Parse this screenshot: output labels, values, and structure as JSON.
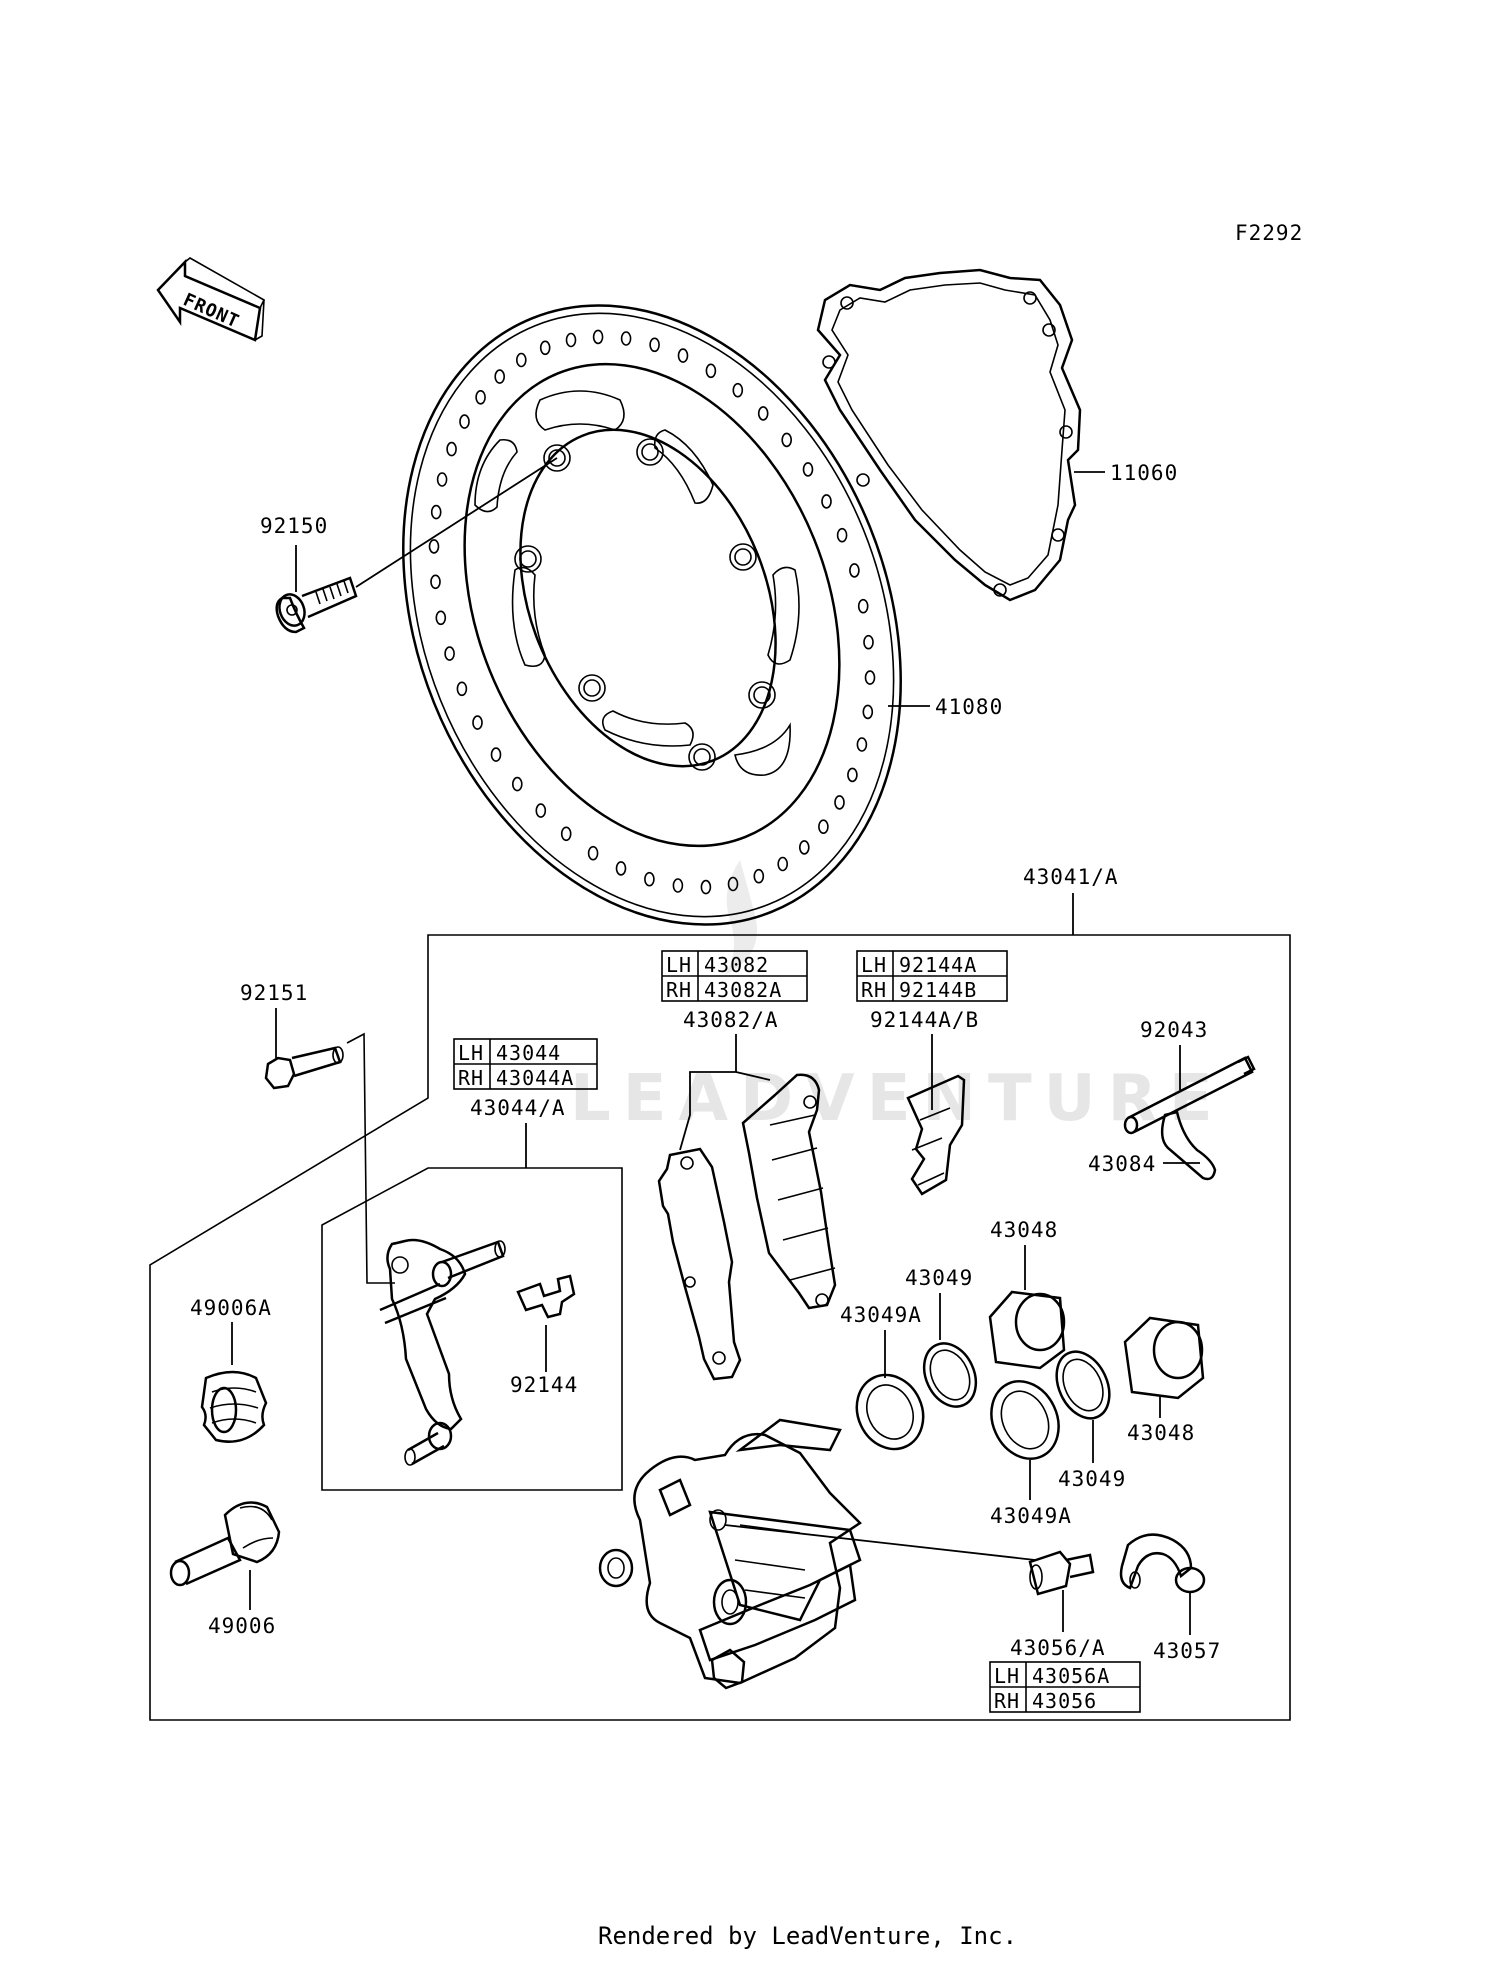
{
  "figure_code": "F2292",
  "front_arrow_label": "FRONT",
  "watermark": "LEADVENTURE",
  "footer": "Rendered by LeadVenture, Inc.",
  "callouts": {
    "c11060": "11060",
    "c92150": "92150",
    "c41080": "41080",
    "c43041": "43041/A",
    "c92151": "92151",
    "c43044": "43044/A",
    "c43082": "43082/A",
    "c92144ab": "92144A/B",
    "c92043": "92043",
    "c43084": "43084",
    "c43048a": "43048",
    "c43049a": "43049",
    "c43049A1": "43049A",
    "c49006A": "49006A",
    "c92144": "92144",
    "c43048b": "43048",
    "c43049b": "43049",
    "c43049A2": "43049A",
    "c49006": "49006",
    "c43056": "43056/A",
    "c43057": "43057"
  },
  "tables": {
    "t43082": [
      {
        "side": "LH",
        "part": "43082"
      },
      {
        "side": "RH",
        "part": "43082A"
      }
    ],
    "t92144": [
      {
        "side": "LH",
        "part": "92144A"
      },
      {
        "side": "RH",
        "part": "92144B"
      }
    ],
    "t43044": [
      {
        "side": "LH",
        "part": "43044"
      },
      {
        "side": "RH",
        "part": "43044A"
      }
    ],
    "t43056": [
      {
        "side": "LH",
        "part": "43056A"
      },
      {
        "side": "RH",
        "part": "43056"
      }
    ]
  }
}
